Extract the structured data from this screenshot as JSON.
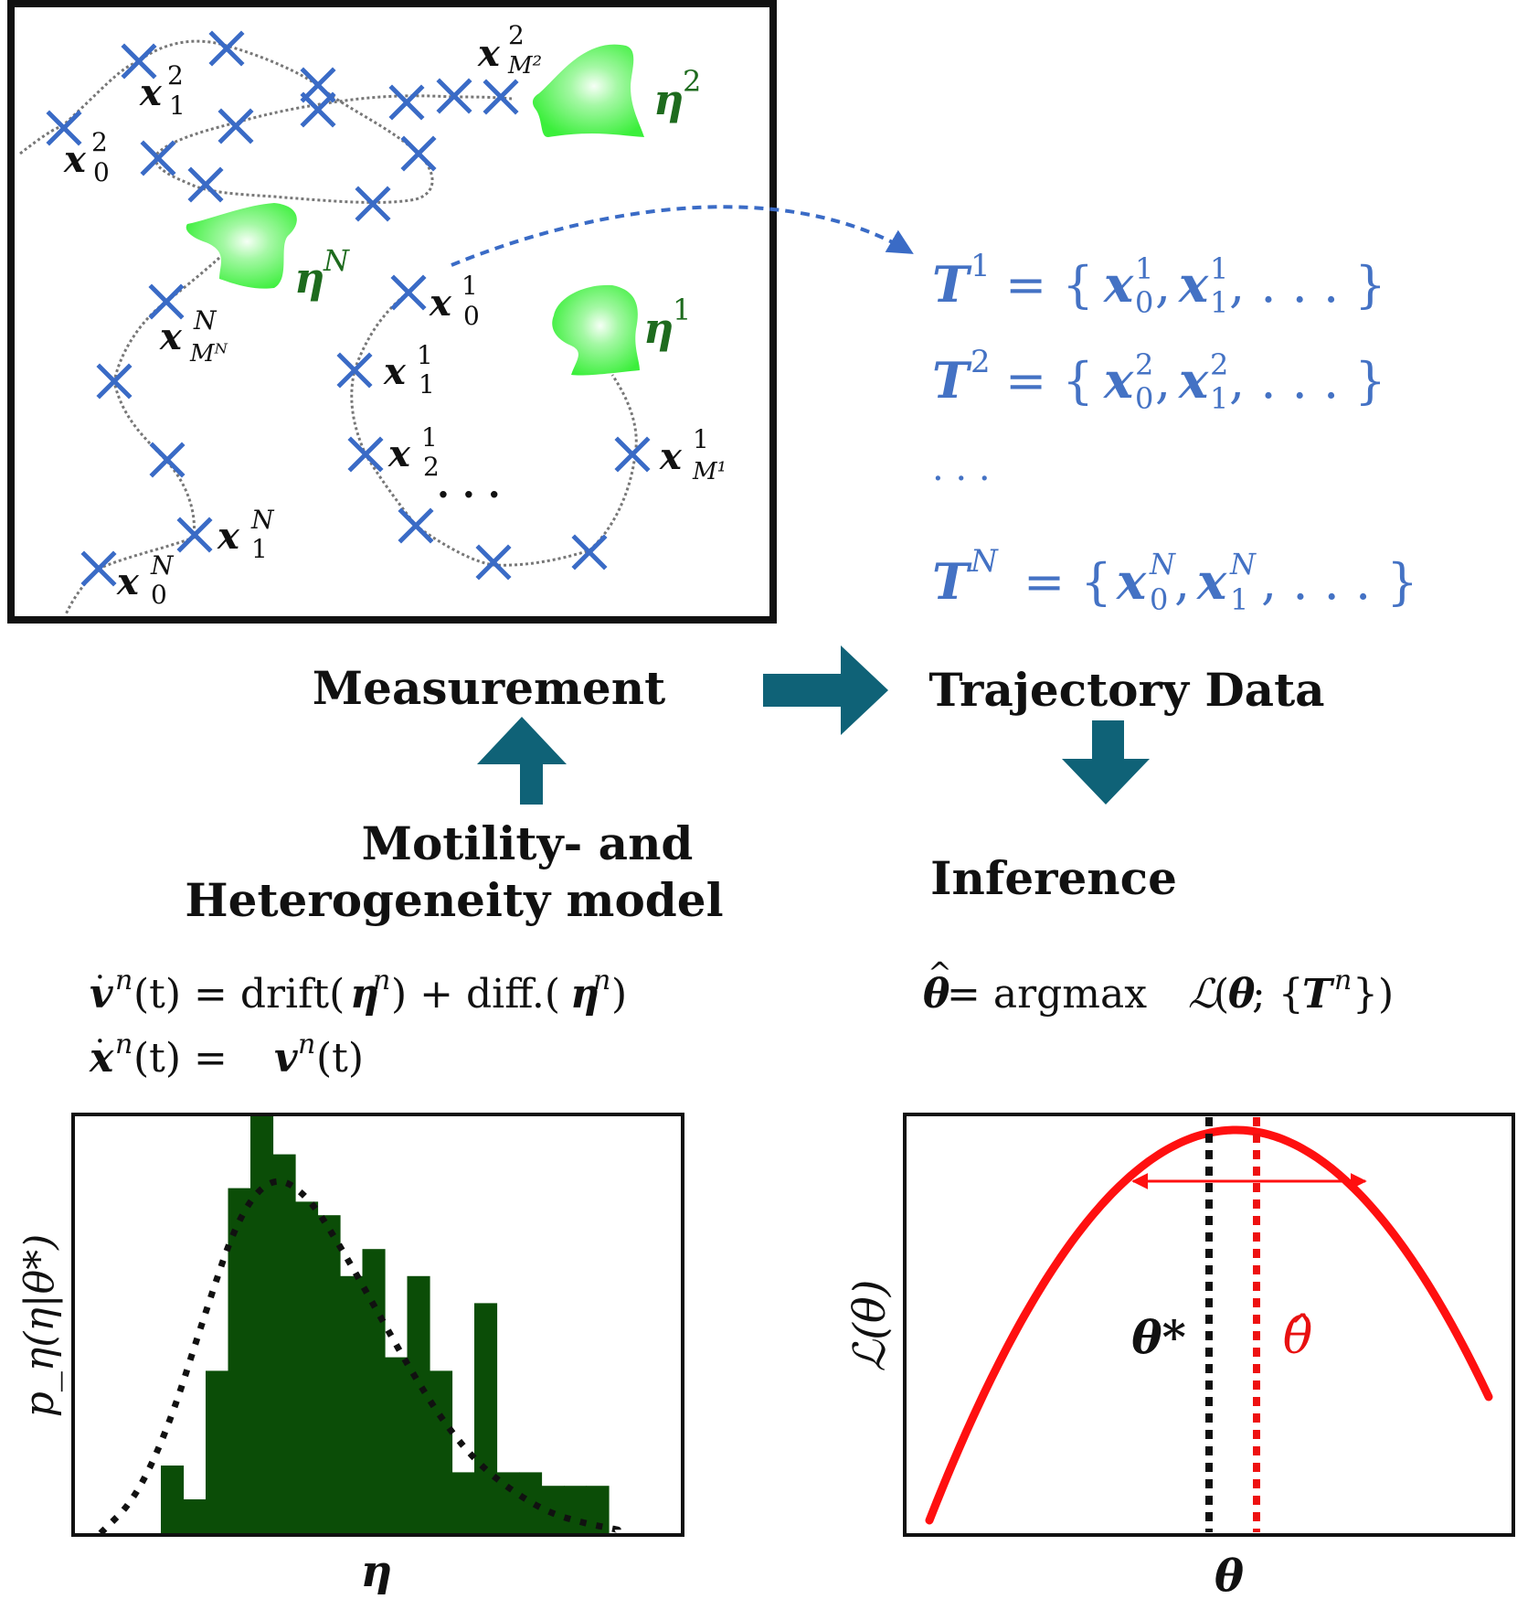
{
  "colors": {
    "frame": "#111111",
    "marker": "#3a6bc6",
    "path": "#777777",
    "cell": "#3bef3b",
    "cell_core": "#f6fff6",
    "cell_label": "#1e6b1e",
    "trajectory_text": "#4472c4",
    "block_arrow": "#0f6277",
    "hist_bar": "#0b4d07",
    "likelihood": "#ff1010",
    "theta_star_line": "#111111",
    "theta_hat_line": "#ee1111"
  },
  "icons": {
    "cell": "green-cell-blob-icon",
    "marker": "cross-marker-icon",
    "block_arrow": "block-arrow-icon"
  },
  "measurement": {
    "point_labels": {
      "x2_1": {
        "var": "x",
        "sub": "1",
        "sup": "2"
      },
      "x2_0": {
        "var": "x",
        "sub": "0",
        "sup": "2"
      },
      "x2_M": {
        "var": "x",
        "sub": "M²",
        "sup": "2"
      },
      "xN_M": {
        "var": "x",
        "sub": "Mᴺ",
        "sup": "N"
      },
      "x1_0": {
        "var": "x",
        "sub": "0",
        "sup": "1"
      },
      "x1_1": {
        "var": "x",
        "sub": "1",
        "sup": "1"
      },
      "x1_2": {
        "var": "x",
        "sub": "2",
        "sup": "1"
      },
      "x1_M": {
        "var": "x",
        "sub": "M¹",
        "sup": "1"
      },
      "xN_1": {
        "var": "x",
        "sub": "1",
        "sup": "N"
      },
      "xN_0": {
        "var": "x",
        "sub": "0",
        "sup": "N"
      }
    },
    "cell_labels": {
      "eta2": {
        "var": "η",
        "sup": "2"
      },
      "etaN": {
        "var": "η",
        "sup": "N"
      },
      "eta1": {
        "var": "η",
        "sup": "1"
      }
    },
    "ellipsis": "· · ·"
  },
  "trajectories": {
    "T1": {
      "var": "T",
      "sup": "1",
      "eq": "= {",
      "x": "x",
      "s0": "1",
      "b0": "0",
      "sep": ",",
      "s1": "1",
      "b1": "1",
      "tail": ", . . . }"
    },
    "T2": {
      "var": "T",
      "sup": "2",
      "eq": "= {",
      "x": "x",
      "s0": "2",
      "b0": "0",
      "sep": ",",
      "s1": "2",
      "b1": "1",
      "tail": ", . . . }"
    },
    "dots": ". . .",
    "TN": {
      "var": "T",
      "sup": "N",
      "eq": "= {",
      "x": "x",
      "s0": "N",
      "b0": "0",
      "sep": ",",
      "s1": "N",
      "b1": "1",
      "tail": ", . . . }"
    }
  },
  "labels": {
    "measurement": "Measurement",
    "trajectory_data": "Trajectory Data",
    "model_line1": "Motility- and",
    "model_line2": "Heterogeneity model",
    "inference": "Inference"
  },
  "equations": {
    "eq1": {
      "v": "v",
      "sup": "n",
      "rest1": "(t) = drift(",
      "eta": "η",
      "n": "n",
      "rest2": ") + diff.(",
      "rest3": ")"
    },
    "eq2": {
      "x": "x",
      "sup": "n",
      "rest1": "(t) = ",
      "v": "v",
      "rest2": "(t)"
    },
    "eq3": {
      "theta": "θ",
      "rest1": " = argmax ",
      "L": "ℒ",
      "rest2": "(",
      "rest3": "; {",
      "T": "T",
      "sup": "n",
      "rest4": "})"
    }
  },
  "chart_data": [
    {
      "type": "bar",
      "title": "",
      "xlabel": "η",
      "ylabel": "p_η(η|θ*)",
      "values": [
        1,
        0.5,
        2.4,
        5.1,
        6.2,
        5.6,
        4.9,
        4.7,
        3.8,
        4.2,
        2.6,
        3.8,
        2.4,
        0.9,
        3.4,
        0.9,
        0.9,
        0.7,
        0.7,
        0.7
      ],
      "density_curve": [
        [
          -2.0,
          0.0
        ],
        [
          -1.5,
          0.5
        ],
        [
          -1.0,
          1.6
        ],
        [
          -0.5,
          3.2
        ],
        [
          0.0,
          4.7
        ],
        [
          0.5,
          5.3
        ],
        [
          1.0,
          5.0
        ],
        [
          1.5,
          4.2
        ],
        [
          2.0,
          3.3
        ],
        [
          2.5,
          2.4
        ],
        [
          3.0,
          1.6
        ],
        [
          3.5,
          1.0
        ],
        [
          4.0,
          0.6
        ],
        [
          4.5,
          0.3
        ],
        [
          5.0,
          0.15
        ],
        [
          5.5,
          0.05
        ]
      ]
    },
    {
      "type": "line",
      "title": "",
      "xlabel": "θ",
      "ylabel": "ℒ(θ)",
      "theta_star_label": "θ*",
      "theta_hat_label": "θ̂"
    }
  ]
}
